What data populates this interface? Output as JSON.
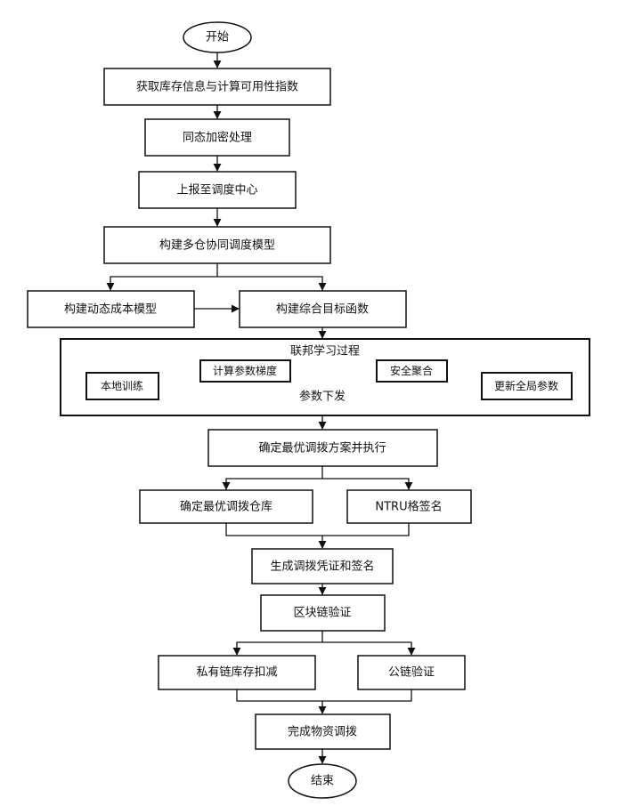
{
  "flowchart": {
    "start": "开始",
    "end": "结束",
    "steps": {
      "get_inventory": "获取库存信息与计算可用性指数",
      "homomorphic": "同态加密处理",
      "report": "上报至调度中心",
      "build_model": "构建多仓协同调度模型",
      "dynamic_cost": "构建动态成本模型",
      "objective": "构建综合目标函数",
      "determine_plan": "确定最优调拨方案并执行",
      "best_warehouse": "确定最优调拨仓库",
      "ntru": "NTRU格签名",
      "generate_cert": "生成调拨凭证和签名",
      "blockchain_verify": "区块链验证",
      "private_chain": "私有链库存扣减",
      "public_chain": "公链验证",
      "complete": "完成物资调拨"
    },
    "federated": {
      "title": "联邦学习过程",
      "local_training": "本地训练",
      "compute_gradient": "计算参数梯度",
      "secure_aggregation": "安全聚合",
      "update_global": "更新全局参数",
      "param_distribution": "参数下发"
    }
  }
}
